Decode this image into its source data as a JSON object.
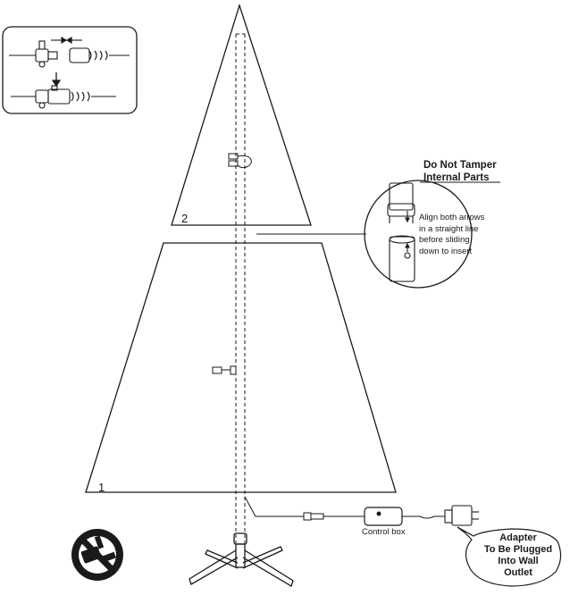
{
  "diagram": {
    "sections": [
      {
        "id": "1",
        "label": "1"
      },
      {
        "id": "2",
        "label": "2"
      }
    ],
    "callouts": {
      "warning_title_line1": "Do Not Tamper",
      "warning_title_line2": "Internal Parts",
      "align_line1": "Align both arrows",
      "align_line2": "in a straight line",
      "align_line3": "before sliding",
      "align_line4": "down to insert",
      "control_box": "Control box",
      "adapter_line1": "Adapter",
      "adapter_line2": "To Be Plugged",
      "adapter_line3": "Into Wall",
      "adapter_line4": "Outlet"
    },
    "icons": [
      "connector-plug-icon",
      "arrow-right-icon",
      "arrow-left-icon",
      "arrow-down-icon",
      "no-tool-icon",
      "adapter-plug-icon",
      "control-box-icon",
      "tree-stand-icon"
    ],
    "colors": {
      "line": "#1a1a1a",
      "background": "#ffffff"
    }
  }
}
